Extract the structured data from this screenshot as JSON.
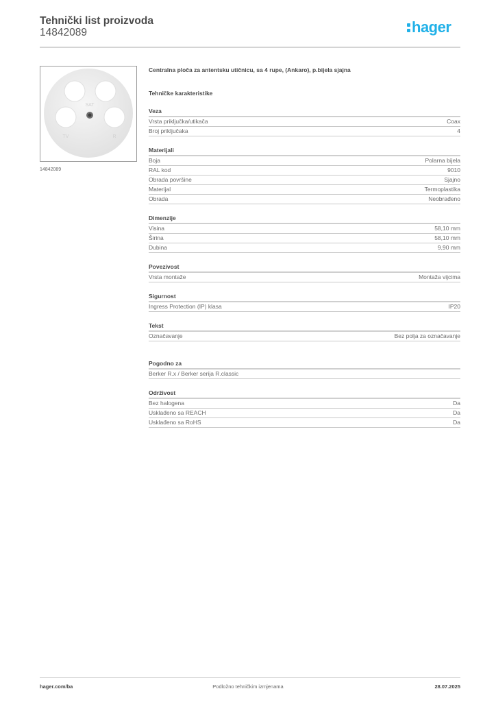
{
  "header": {
    "title": "Tehnički list proizvoda",
    "product_code": "14842089",
    "logo_text": "hager",
    "logo_color": "#21b1e8"
  },
  "image": {
    "alt": "product-photo-antenna-central-plate",
    "caption": "14842089",
    "markings": [
      "SAT",
      "TV",
      "R"
    ]
  },
  "content": {
    "product_description": "Centralna ploča za antentsku utičnicu, sa 4 rupe, (Ankaro), p.bijela sjajna",
    "spec_heading": "Tehničke karakteristike",
    "groups": [
      {
        "title": "Veza",
        "rows": [
          {
            "label": "Vrsta priključka/utikača",
            "value": "Coax"
          },
          {
            "label": "Broj priključaka",
            "value": "4"
          }
        ]
      },
      {
        "title": "Materijali",
        "rows": [
          {
            "label": "Boja",
            "value": "Polarna bijela"
          },
          {
            "label": "RAL kod",
            "value": "9010"
          },
          {
            "label": "Obrada površine",
            "value": "Sjajno"
          },
          {
            "label": "Materijal",
            "value": "Termoplastika"
          },
          {
            "label": "Obrada",
            "value": "Neobrađeno"
          }
        ]
      },
      {
        "title": "Dimenzije",
        "rows": [
          {
            "label": "Visina",
            "value": "58,10 mm"
          },
          {
            "label": "Širina",
            "value": "58,10 mm"
          },
          {
            "label": "Dubina",
            "value": "9,90 mm"
          }
        ]
      },
      {
        "title": "Povezivost",
        "rows": [
          {
            "label": "Vrsta montaže",
            "value": "Montaža vijcima"
          }
        ]
      },
      {
        "title": "Sigurnost",
        "rows": [
          {
            "label": "Ingress Protection (IP) klasa",
            "value": "IP20"
          }
        ]
      },
      {
        "title": "Tekst",
        "rows": [
          {
            "label": "Označavanje",
            "value": "Bez polja za označavanje"
          }
        ]
      },
      {
        "title": "Pogodno za",
        "rows": [
          {
            "label": "Berker R.x / Berker serija R.classic",
            "value": ""
          }
        ]
      },
      {
        "title": "Održivost",
        "rows": [
          {
            "label": "Bez halogena",
            "value": "Da"
          },
          {
            "label": "Usklađeno sa REACH",
            "value": "Da"
          },
          {
            "label": "Usklađeno sa RoHS",
            "value": "Da"
          }
        ]
      }
    ]
  },
  "footer": {
    "website": "hager.com/ba",
    "notice": "Podložno tehničkim izmjenama",
    "date": "28.07.2025"
  }
}
